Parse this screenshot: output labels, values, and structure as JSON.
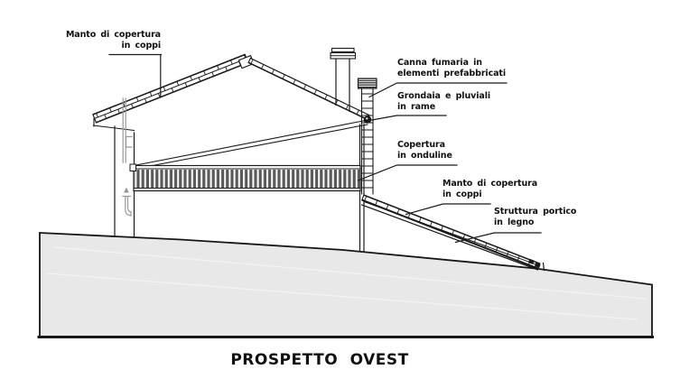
{
  "drawing": {
    "title": "PROSPETTO OVEST",
    "labels": {
      "manto_top": {
        "line1": "Manto di copertura",
        "line2": "in coppi"
      },
      "canna": {
        "line1": "Canna fumaria in",
        "line2": "elementi prefabbricati"
      },
      "grondaia": {
        "line1": "Grondaia e pluviali",
        "line2": "in rame"
      },
      "copertura": {
        "line1": "Copertura",
        "line2": "in onduline"
      },
      "manto_right": {
        "line1": "Manto di copertura",
        "line2": "in coppi"
      },
      "struttura": {
        "line1": "Struttura portico",
        "line2": "in legno"
      }
    },
    "colors": {
      "line": "#1a1a1a",
      "ground_fill": "#e8e8e8",
      "gray_detail": "#999999",
      "onduline_stripe": "#5a5a5a"
    }
  }
}
